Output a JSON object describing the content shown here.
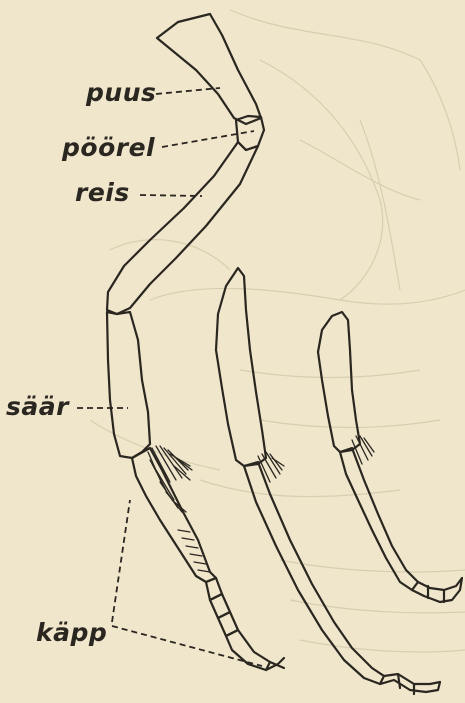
{
  "labels": {
    "coxa": "puus",
    "trochanter": "pöörel",
    "femur": "reis",
    "tibia": "säär",
    "tarsus": "käpp"
  },
  "colors": {
    "paper": "#efe6cc",
    "ink": "#2a2620",
    "faint_backdrop": "#cfc3a4"
  }
}
